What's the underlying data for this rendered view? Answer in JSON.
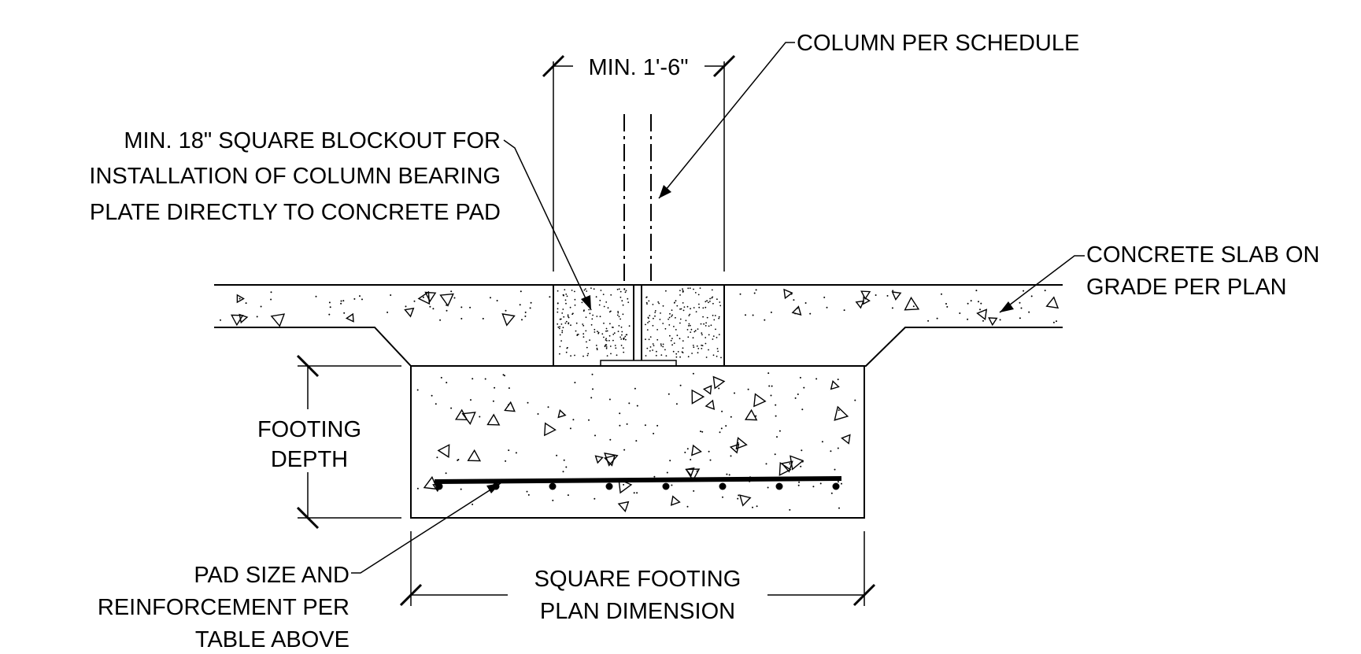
{
  "labels": {
    "min_width": "MIN. 1'-6\"",
    "column": "COLUMN PER SCHEDULE",
    "blockout": [
      "MIN. 18\" SQUARE BLOCKOUT FOR",
      "INSTALLATION OF COLUMN BEARING",
      "PLATE DIRECTLY TO CONCRETE PAD"
    ],
    "slab": [
      "CONCRETE SLAB ON",
      "GRADE PER PLAN"
    ],
    "footing_depth": [
      "FOOTING",
      "DEPTH"
    ],
    "pad_size": [
      "PAD SIZE AND",
      "REINFORCEMENT PER",
      "TABLE ABOVE"
    ],
    "plan_dimension": [
      "SQUARE FOOTING",
      "PLAN DIMENSION"
    ]
  }
}
